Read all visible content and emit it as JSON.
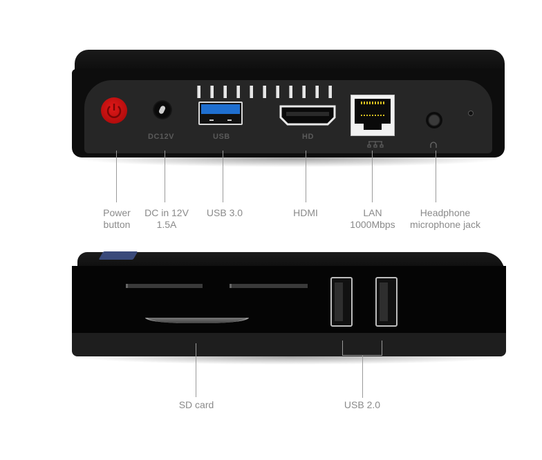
{
  "top_device": {
    "port_markings": {
      "dc": "DC12V",
      "usb": "USB",
      "hdmi": "HD"
    },
    "callouts": [
      {
        "id": "power",
        "line1": "Power",
        "line2": "button"
      },
      {
        "id": "dc",
        "line1": "DC in 12V",
        "line2": "1.5A"
      },
      {
        "id": "usb3",
        "line1": "USB 3.0",
        "line2": ""
      },
      {
        "id": "hdmi",
        "line1": "HDMI",
        "line2": ""
      },
      {
        "id": "lan",
        "line1": "LAN",
        "line2": "1000Mbps"
      },
      {
        "id": "audio",
        "line1": "Headphone",
        "line2": "microphone jack"
      }
    ]
  },
  "bottom_device": {
    "callouts": [
      {
        "id": "sd",
        "line1": "SD card"
      },
      {
        "id": "usb2",
        "line1": "USB 2.0"
      }
    ]
  },
  "colors": {
    "power_button": "#c81010",
    "usb3_tongue": "#1f6fd0",
    "device_body": "#0d0d0d",
    "panel": "#262626",
    "label_text": "#8a8a8a",
    "lan_pins": "#d8c020"
  }
}
